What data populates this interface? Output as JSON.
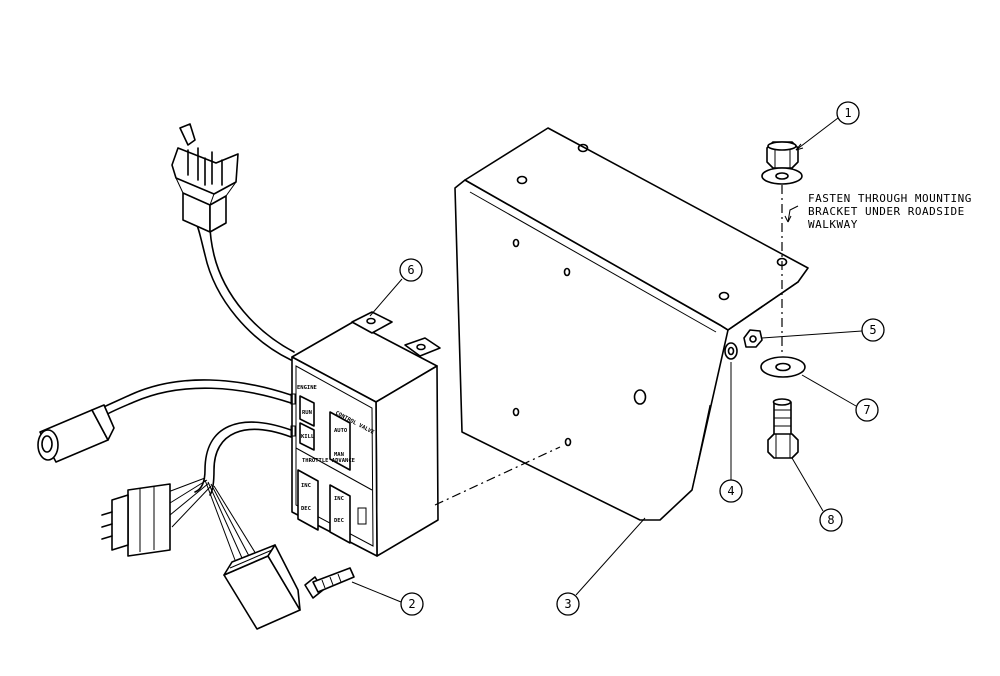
{
  "note": {
    "line1": "FASTEN THROUGH MOUNTING",
    "line2": "BRACKET UNDER ROADSIDE",
    "line3": "WALKWAY"
  },
  "callouts": [
    "1",
    "2",
    "3",
    "4",
    "5",
    "6",
    "7",
    "8"
  ],
  "panel": {
    "engine_label": "ENGINE",
    "control_valve_label": "CONTROL VALVE",
    "throttle_label": "THROTTLE ADVANCE",
    "switches": [
      "RUN",
      "KILL",
      "AUTO",
      "MAN",
      "INC",
      "DEC",
      "INC",
      "DEC"
    ]
  }
}
